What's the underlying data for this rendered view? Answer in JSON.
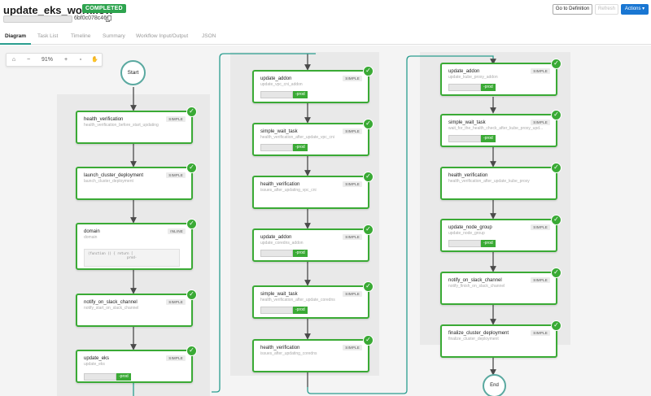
{
  "header": {
    "title": "update_eks_workflow",
    "status": "COMPLETED",
    "workflow_id": "6bf0c078c46",
    "buttons": {
      "definition": "Go to Definition",
      "refresh": "Refresh",
      "actions": "Actions"
    },
    "actions_chevron": "▾"
  },
  "tabs": [
    "Diagram",
    "Task List",
    "Timeline",
    "Summary",
    "Workflow Input/Output",
    "JSON"
  ],
  "toolbar": {
    "home": "⌂",
    "zoom_out": "−",
    "zoom": "91%",
    "zoom_in": "+",
    "fit": "▫",
    "pan": "✋"
  },
  "colors": {
    "accent": "#2a9d8f",
    "success": "#3aaa35",
    "primary": "#1976d2"
  },
  "start_label": "Start",
  "end_label": "End",
  "check_glyph": "✓",
  "env_suffix": "-prod",
  "nodes_col1": [
    {
      "name": "health_verification",
      "ref": "health_verification_before_start_updating",
      "type": "SIMPLE"
    },
    {
      "name": "launch_cluster_deployment",
      "ref": "launch_cluster_deployment",
      "type": "SIMPLE"
    },
    {
      "name": "domain",
      "ref": "domain",
      "type": "INLINE",
      "code": "(function () { return [\n                    prod-"
    },
    {
      "name": "notify_on_slack_channel",
      "ref": "notify_start_on_slack_channel",
      "type": "SIMPLE"
    },
    {
      "name": "update_eks",
      "ref": "update_eks",
      "type": "SIMPLE"
    }
  ],
  "nodes_col2": [
    {
      "name": "update_addon",
      "ref": "update_vpc_cni_addon",
      "type": "SIMPLE"
    },
    {
      "name": "simple_wait_task",
      "ref": "health_verification_after_update_vpc_cni",
      "type": "SIMPLE"
    },
    {
      "name": "health_verification",
      "ref": "issues_after_updating_vpc_cni",
      "type": "SIMPLE"
    },
    {
      "name": "update_addon",
      "ref": "update_coredns_addon",
      "type": "SIMPLE"
    },
    {
      "name": "simple_wait_task",
      "ref": "health_verification_after_update_coredns",
      "type": "SIMPLE"
    },
    {
      "name": "health_verification",
      "ref": "issues_after_updating_coredns",
      "type": "SIMPLE"
    }
  ],
  "nodes_col3": [
    {
      "name": "update_addon",
      "ref": "update_kube_proxy_addon",
      "type": "SIMPLE"
    },
    {
      "name": "simple_wait_task",
      "ref": "wait_for_the_health_check_after_kube_proxy_upd...",
      "type": "SIMPLE"
    },
    {
      "name": "health_verification",
      "ref": "health_verification_after_update_kube_proxy",
      "type": "SIMPLE"
    },
    {
      "name": "update_node_group",
      "ref": "update_node_group",
      "type": "SIMPLE"
    },
    {
      "name": "notify_on_slack_channel",
      "ref": "notify_finish_on_slack_channel",
      "type": "SIMPLE"
    },
    {
      "name": "finalize_cluster_deployment",
      "ref": "finalize_cluster_deployment",
      "type": "SIMPLE"
    }
  ]
}
